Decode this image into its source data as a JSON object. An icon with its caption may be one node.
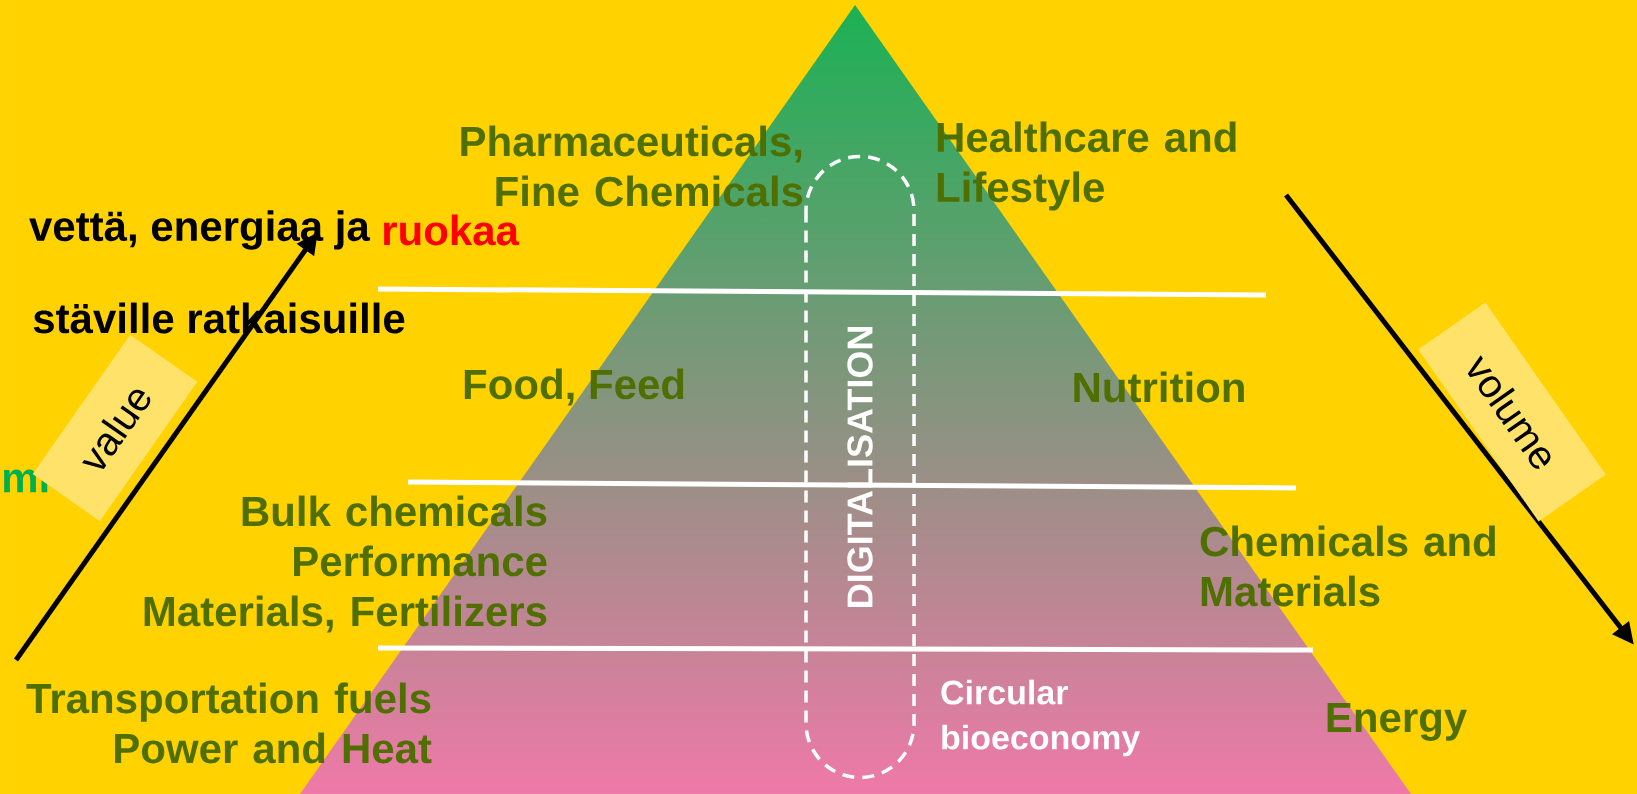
{
  "diagram": {
    "nodes": [
      {
        "text": [
          "value"
        ]
      },
      {
        "text": [
          "volume"
        ]
      },
      {
        "text": [
          "DIGITALISATION"
        ]
      }
    ],
    "labels": [
      "Pharmaceuticals, Fine Chemicals",
      "Healthcare and Lifestyle",
      "vettä, energiaa ja",
      "ruokaa",
      "stäville ratkaisuille",
      "Food, Feed",
      "Nutrition",
      "mi",
      "Bulk chemicals Performance Materials, Fertilizers",
      "Chemicals and Materials",
      "Transportation fuels Power and Heat",
      "Circular bioeconomy",
      "Energy"
    ]
  }
}
